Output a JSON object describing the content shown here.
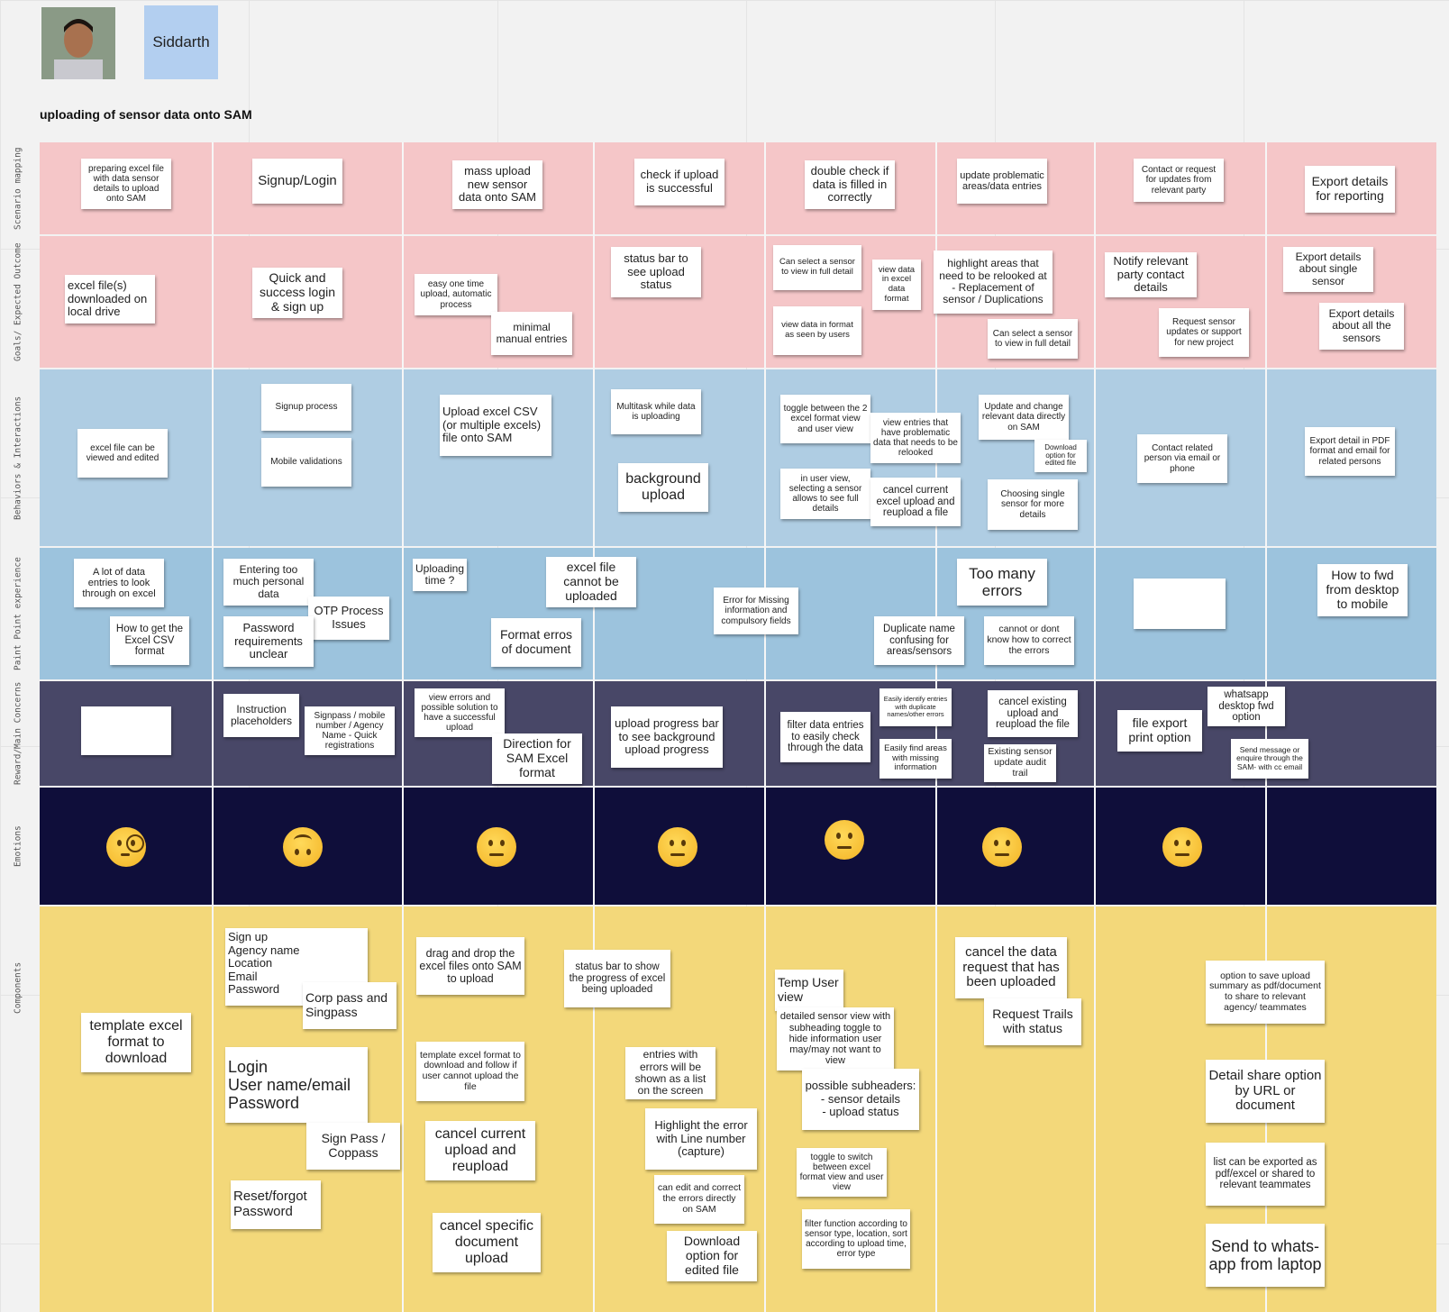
{
  "persona": {
    "name": "Siddarth",
    "photo_alt": "persona photo"
  },
  "board_title": "uploading of sensor data onto SAM",
  "colors": {
    "pink": "#f5c6c8",
    "blue1": "#afcde3",
    "blue2": "#9cc3dd",
    "purple": "#484767",
    "navy": "#0f0e3a",
    "yellow": "#f3d87a"
  },
  "rows": {
    "scenario": "Scenario mapping",
    "goals": "Goals/ Expected Outcome",
    "behaviors": "Behaviors & Interactions",
    "pain": "Paint Point experience",
    "reward": "Reward/Main Concerns",
    "emotions": "Emotions",
    "components": "Components"
  },
  "notes": {
    "sc1": "preparing excel file with data sensor details to upload onto SAM",
    "sc2": "Signup/Login",
    "sc3": "mass upload new sensor data onto SAM",
    "sc4": "check if upload is successful",
    "sc5": "double check if data is filled in correctly",
    "sc6": "update problematic areas/data entries",
    "sc7": "Contact or request for updates from relevant party",
    "sc8": "Export details for reporting",
    "go1": "excel file(s) downloaded on local drive",
    "go2": "Quick and success login & sign up",
    "go3": "easy one time upload, automatic process",
    "go4": "minimal manual entries",
    "go5": "status bar to see upload status",
    "go6": "Can select a sensor to view in full detail",
    "go7": "view data in excel data format",
    "go8": "view data in format as seen by users",
    "go9": "highlight areas that need to be relooked at - Replacement of sensor / Duplications",
    "go10": "Can select a sensor to view in full detail",
    "go11": "Notify relevant party contact details",
    "go12": "Request sensor updates or support for new project",
    "go13": "Export details about single sensor",
    "go14": "Export details about all the sensors",
    "be1": "excel file can be viewed and edited",
    "be2": "Signup process",
    "be3": "Mobile validations",
    "be4": "Upload excel CSV (or multiple excels) file onto SAM",
    "be5": "Multitask while data is uploading",
    "be6": "background upload",
    "be7": "toggle between the 2 excel format view and user view",
    "be8": "view entries that have problematic data that needs to be relooked",
    "be9": "in user view, selecting a sensor allows to see full details",
    "be10": "cancel current excel upload and reupload a file",
    "be11": "Update and change relevant data directly on SAM",
    "be12": "Download option for edited file",
    "be13": "Choosing single sensor for more details",
    "be14": "Contact related person via email or phone",
    "be15": "Export detail in PDF format and email for related persons",
    "pp1": "A lot of data entries to look through on excel",
    "pp2": "How to get the Excel CSV format",
    "pp3": "Entering too much personal data",
    "pp4": "OTP Process Issues",
    "pp5": "Password requirements unclear",
    "pp6": "Uploading time ?",
    "pp7": "excel file cannot be uploaded",
    "pp8": "Format erros of document",
    "pp9": "Error for Missing information and compulsory fields",
    "pp10": "Too many errors",
    "pp11": "Duplicate name confusing for areas/sensors",
    "pp12": "cannot or dont know how to correct the errors",
    "pp13": "How to fwd from desktop to mobile",
    "rw1": "Instruction placeholders",
    "rw2": "Signpass / mobile number / Agency Name - Quick registrations",
    "rw3": "view errors and possible solution to have a successful upload",
    "rw4": "Direction for SAM Excel format",
    "rw5": "upload progress bar to see background upload progress",
    "rw6": "filter data entries to easily check through the data",
    "rw7": "Easily identify entries with duplicate names/other errors",
    "rw8": "Easily find areas with missing information",
    "rw9": "cancel existing upload and reupload the file",
    "rw10": "Existing sensor update audit trail",
    "rw11": "file export print option",
    "rw12": "whatsapp desktop fwd option",
    "rw13": "Send message or enquire through the SAM- with cc email",
    "co1": "template excel format to download",
    "co2": "Sign up\nAgency name\nLocation\nEmail\nPassword",
    "co3": "Corp pass and Singpass",
    "co4": "Login\nUser name/email\nPassword",
    "co5": "Sign Pass / Coppass",
    "co6": "Reset/forgot Password",
    "co7": "drag and drop the excel files onto SAM to upload",
    "co8": "template excel format to download and follow if user cannot upload the file",
    "co9": "cancel current upload and reupload",
    "co10": "cancel specific document upload",
    "co11": "status bar to show the progress of excel being uploaded",
    "co12": "entries with errors will be shown as a list on the screen",
    "co13": "Highlight the error with Line number (capture)",
    "co14": "can edit and correct the errors directly on SAM",
    "co15": "Download option for edited file",
    "co16": "Temp User view",
    "co17": "detailed sensor view with subheading toggle to hide information user may/may not want to view",
    "co18": "possible subheaders:\n- sensor details\n- upload status",
    "co19": "toggle to switch between excel format view and user view",
    "co20": "filter function according to sensor type, location, sort according to upload time, error type",
    "co21": "cancel the data request that has been uploaded",
    "co22": "Request Trails with status",
    "co23": "option to save upload summary as pdf/document to share to relevant agency/ teammates",
    "co24": "Detail share option by URL or document",
    "co25": "list can be exported as pdf/excel or shared to relevant teammates",
    "co26": "Send to whats-app from laptop"
  }
}
